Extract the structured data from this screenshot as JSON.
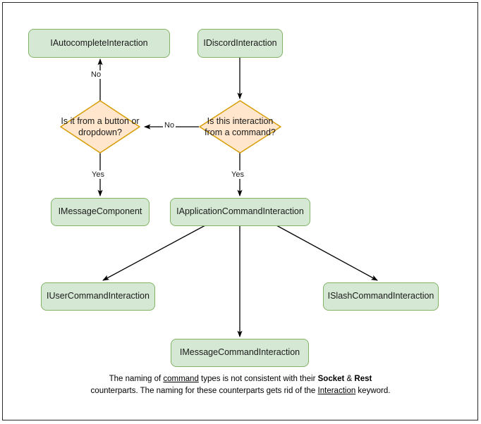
{
  "diagram": {
    "title": "Discord interaction type hierarchy flowchart",
    "colors": {
      "box_fill": "#d5e8d4",
      "box_stroke": "#82b366",
      "decision_fill": "#ffe6cc",
      "decision_stroke": "#d79b00",
      "edge": "#000000",
      "frame": "#2b2b2b",
      "background": "#ffffff"
    },
    "nodes": [
      {
        "id": "autocomplete",
        "type": "box",
        "label": "IAutocompleteInteraction"
      },
      {
        "id": "discord",
        "type": "box",
        "label": "IDiscordInteraction"
      },
      {
        "id": "decision_button",
        "type": "decision",
        "label": "Is it from a button or dropdown?"
      },
      {
        "id": "decision_command",
        "type": "decision",
        "label": "Is this interaction from a command?"
      },
      {
        "id": "message_component",
        "type": "box",
        "label": "IMessageComponent"
      },
      {
        "id": "app_command",
        "type": "box",
        "label": "IApplicationCommandInteraction"
      },
      {
        "id": "user_command",
        "type": "box",
        "label": "IUserCommandInteraction"
      },
      {
        "id": "slash_command",
        "type": "box",
        "label": "ISlashCommandInteraction"
      },
      {
        "id": "message_command",
        "type": "box",
        "label": "IMessageCommandInteraction"
      }
    ],
    "edges": [
      {
        "from": "discord",
        "to": "decision_command",
        "label": ""
      },
      {
        "from": "decision_command",
        "to": "decision_button",
        "label": "No"
      },
      {
        "from": "decision_command",
        "to": "app_command",
        "label": "Yes"
      },
      {
        "from": "decision_button",
        "to": "autocomplete",
        "label": "No"
      },
      {
        "from": "decision_button",
        "to": "message_component",
        "label": "Yes"
      },
      {
        "from": "app_command",
        "to": "user_command",
        "label": ""
      },
      {
        "from": "app_command",
        "to": "message_command",
        "label": ""
      },
      {
        "from": "app_command",
        "to": "slash_command",
        "label": ""
      }
    ],
    "edge_labels": {
      "no_to_autocomplete": "No",
      "no_between_decisions": "No",
      "yes_to_message_component": "Yes",
      "yes_to_app_command": "Yes"
    },
    "caption": {
      "line1_part1": "The naming of ",
      "line1_underline": "command",
      "line1_part2": " types is not consistent with their",
      "line2_bold1": "Socket",
      "line2_amp": " & ",
      "line2_bold2": "Rest",
      "line2_rest": " counterparts. The naming for these",
      "line3_part1": "counterparts gets rid of the ",
      "line3_underline": "Interaction",
      "line3_part2": " keyword."
    }
  }
}
